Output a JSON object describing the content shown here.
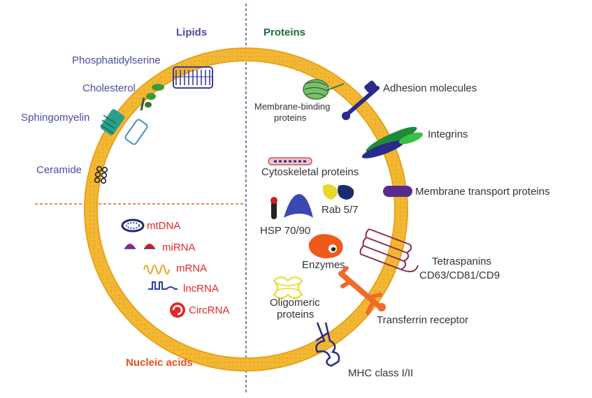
{
  "sections": {
    "lipids": "Lipids",
    "proteins": "Proteins",
    "nucleic_acids": "Nucleic acids"
  },
  "lipids": {
    "phosphatidylserine": "Phosphatidylserine",
    "cholesterol": "Cholesterol",
    "sphingomyelin": "Sphingomyelin",
    "ceramide": "Ceramide"
  },
  "proteins": {
    "membrane_binding_1": "Membrane-binding",
    "membrane_binding_2": "proteins",
    "adhesion": "Adhesion molecules",
    "integrins": "Integrins",
    "cytoskeletal": "Cytoskeletal proteins",
    "rab": "Rab 5/7",
    "membrane_transport": "Membrane transport proteins",
    "hsp": "HSP 70/90",
    "tetraspanins_1": "Tetraspanins",
    "tetraspanins_2": "CD63/CD81/CD9",
    "enzymes": "Enzymes",
    "oligomeric_1": "Oligomeric",
    "oligomeric_2": "proteins",
    "transferrin": "Transferrin receptor",
    "mhc": "MHC class I/II"
  },
  "nucleic_acids": {
    "mtdna": "mtDNA",
    "mirna": "miRNA",
    "mrna": "mRNA",
    "lncrna": "lncRNA",
    "circrna": "CircRNA"
  },
  "colors": {
    "lipid_text": "#4a4aa8",
    "protein_title": "#1e6b3a",
    "nucleic_title": "#e8501c",
    "nucleic_text": "#e02a2a",
    "protein_text": "#333333",
    "membrane": "#f2b733",
    "divider": "#3a3a8c"
  },
  "icons": [
    "phosphatidylserine-icon",
    "cholesterol-icon",
    "sphingomyelin-icon",
    "ceramide-icon",
    "membrane-binding-protein-icon",
    "adhesion-molecule-icon",
    "integrin-icon",
    "cytoskeletal-protein-icon",
    "rab-icon",
    "membrane-transport-protein-icon",
    "hsp-icon",
    "tetraspanin-icon",
    "enzyme-icon",
    "oligomeric-protein-icon",
    "transferrin-receptor-icon",
    "mhc-icon",
    "mtdna-icon",
    "mirna-icon",
    "mrna-icon",
    "lncrna-icon",
    "circrna-icon"
  ]
}
